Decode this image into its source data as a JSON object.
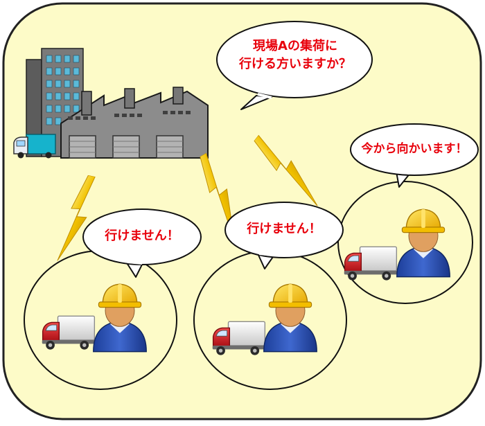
{
  "colors": {
    "background_panel": "#fdfbc8",
    "bubble_text": "#e8000b",
    "building": "#8c8c8c",
    "helmet": "#f5c400",
    "truck_cab": "#d7171f",
    "lightning": "#f0c000"
  },
  "hub": {
    "request_line1": "現場Aの集荷に",
    "request_line2": "行ける方いますか？"
  },
  "drivers": [
    {
      "reply": "行けません！"
    },
    {
      "reply": "行けません！"
    },
    {
      "reply": "今から向かいます！"
    }
  ],
  "icons": [
    "office-building-icon",
    "factory-icon",
    "delivery-truck-icon",
    "worker-icon",
    "lightning-icon"
  ]
}
